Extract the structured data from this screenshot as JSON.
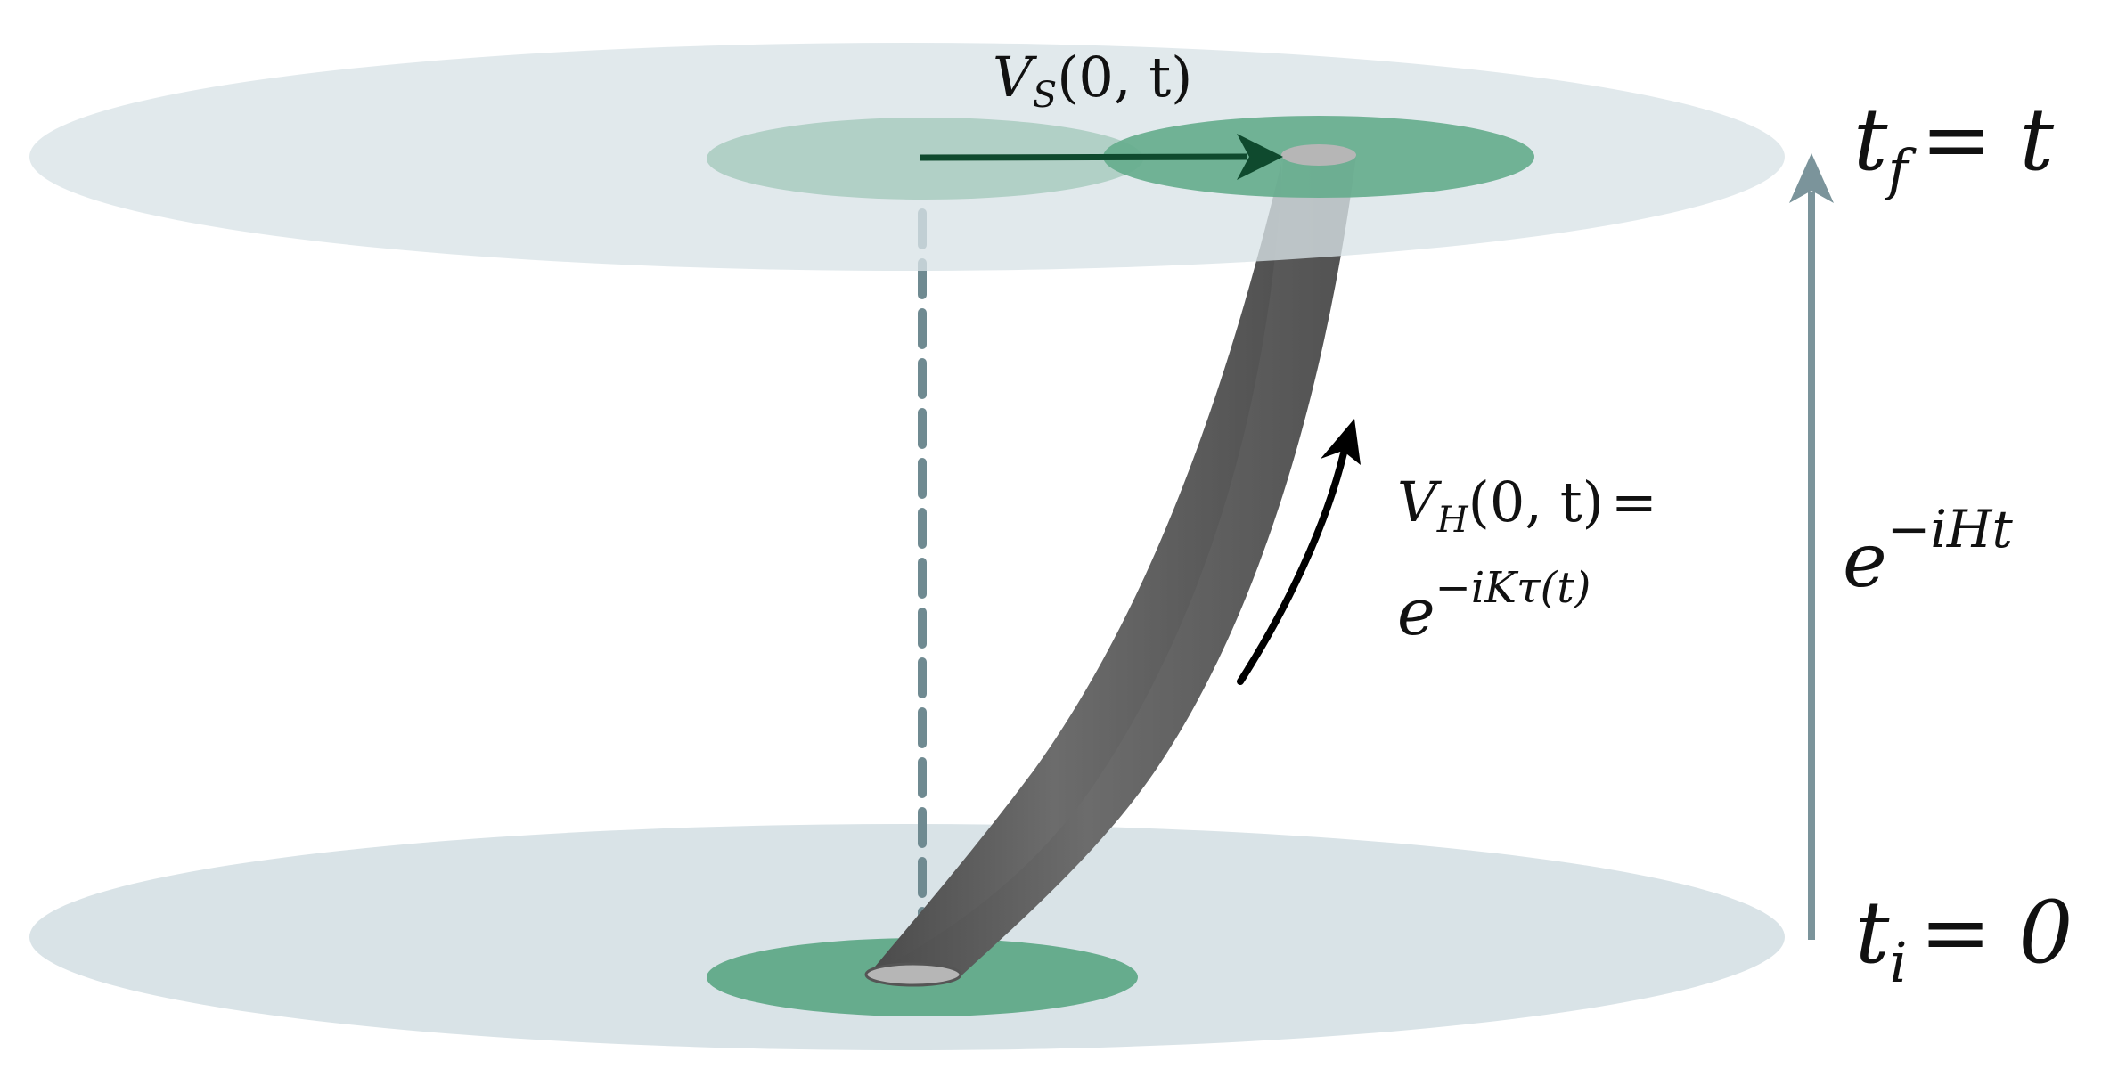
{
  "colors": {
    "background": "#ffffff",
    "plane": "#d9e3e7",
    "region_light": "#b1d0c6",
    "region_dark": "#66ac8d",
    "operator_arrow": "#0f4a2e",
    "projection_line": "#6f8a91",
    "time_arrow": "#7b949b",
    "worldtube": "#5e5e5e",
    "tube_cap": "#b6b6b6",
    "text": "#111111"
  },
  "labels": {
    "schrodinger_op": {
      "base": "V",
      "sub": "S",
      "args": "(0, t)"
    },
    "heisenberg_op": {
      "base": "V",
      "sub": "H",
      "args": "(0, t)",
      "equals": "="
    },
    "heisenberg_exp": {
      "base": "e",
      "sup": "−iKτ(t)"
    },
    "time_evolution": {
      "base": "e",
      "sup": "−iHt"
    },
    "final_time": {
      "var": "t",
      "sub": "f",
      "rhs": "= t"
    },
    "initial_time": {
      "var": "t",
      "sub": "i",
      "rhs": "= 0"
    }
  },
  "icons": {
    "time_arrow": "arrow-up-icon",
    "operator_arrow": "arrow-right-icon",
    "heisenberg_arrow": "curved-arrow-icon"
  }
}
